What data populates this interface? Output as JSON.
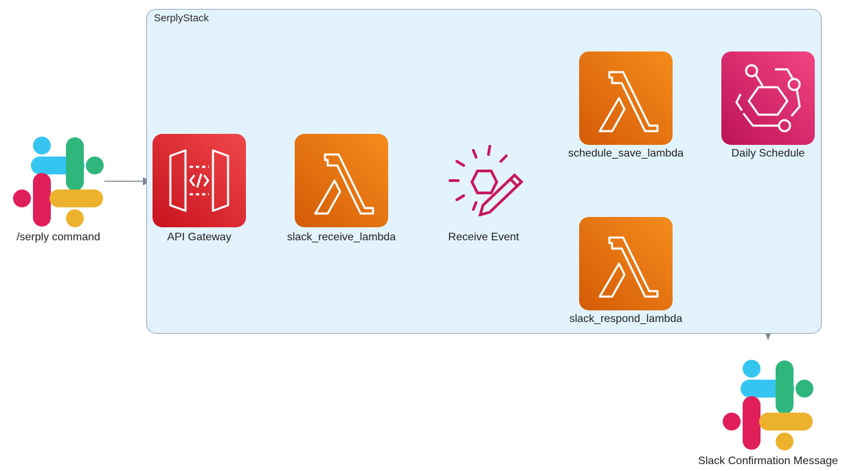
{
  "cluster": {
    "label": "SerplyStack"
  },
  "nodes": {
    "slack_command": {
      "label": "/serply command",
      "icon": "slack-logo-icon"
    },
    "api_gateway": {
      "label": "API Gateway",
      "icon": "api-gateway-icon"
    },
    "slack_receive_lambda": {
      "label": "slack_receive_lambda",
      "icon": "lambda-icon"
    },
    "receive_event": {
      "label": "Receive Event",
      "icon": "eventbridge-event-icon"
    },
    "schedule_save_lambda": {
      "label": "schedule_save_lambda",
      "icon": "lambda-icon"
    },
    "daily_schedule": {
      "label": "Daily Schedule",
      "icon": "eventbridge-schedule-icon"
    },
    "slack_respond_lambda": {
      "label": "slack_respond_lambda",
      "icon": "lambda-icon"
    },
    "slack_confirmation": {
      "label": "Slack Confirmation Message",
      "icon": "slack-logo-icon"
    }
  },
  "edges": [
    {
      "from": "slack_command",
      "to": "api_gateway"
    },
    {
      "from": "api_gateway",
      "to": "slack_receive_lambda"
    },
    {
      "from": "slack_receive_lambda",
      "to": "receive_event"
    },
    {
      "from": "receive_event",
      "to": "schedule_save_lambda"
    },
    {
      "from": "receive_event",
      "to": "slack_respond_lambda"
    },
    {
      "from": "schedule_save_lambda",
      "to": "daily_schedule"
    },
    {
      "from": "slack_respond_lambda",
      "to": "slack_confirmation"
    }
  ],
  "colors": {
    "cluster_fill": "#e3f3fd",
    "cluster_border": "#9aa6b2",
    "edge": "#7b8794",
    "lambda_orange_light": "#f58c1c",
    "lambda_orange_dark": "#d45b07",
    "api_gateway_red_light": "#f0474a",
    "api_gateway_red_dark": "#c7131f",
    "eventbridge_pink_light": "#f34482",
    "eventbridge_pink_dark": "#bc1356",
    "slack_blue": "#36c5f0",
    "slack_green": "#2eb67d",
    "slack_red": "#e01e5a",
    "slack_yellow": "#ecb22e"
  }
}
